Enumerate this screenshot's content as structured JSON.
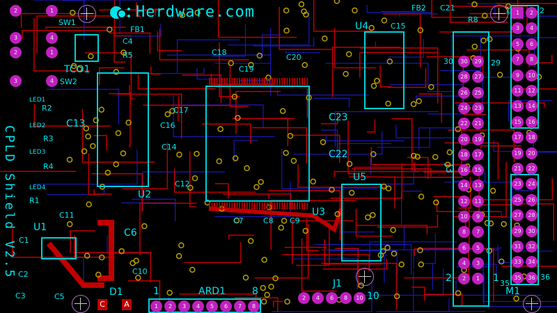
{
  "logo": {
    "text": "Herdware.com"
  },
  "board_title": "CPLD Shield V2.5",
  "colors": {
    "top_copper": "#c00000",
    "bottom_copper": "#1a1ab8",
    "silkscreen": "#00e5ee",
    "through_hole_pad": "#c020c0",
    "via": "#b8a000",
    "background": "#000000"
  },
  "designators": {
    "sw1": "SW1",
    "sw2": "SW2",
    "tco1": "TCO1",
    "fb1": "FB1",
    "c4": "C4",
    "r5": "R5",
    "c18": "C18",
    "c19": "C19",
    "c20": "C20",
    "u4": "U4",
    "c15": "C15",
    "fb2": "FB2",
    "c21": "C21",
    "r8": "R8",
    "u2": "U2",
    "c17": "C17",
    "c16": "C16",
    "c14": "C14",
    "c13": "C13",
    "c12": "C12",
    "led1": "LED1",
    "r2": "R2",
    "led2": "LED2",
    "r3": "R3",
    "led3": "LED3",
    "r4": "R4",
    "led4": "LED4",
    "r1": "R1",
    "c11": "C11",
    "u1": "U1",
    "c1": "C1",
    "c6": "C6",
    "c2": "C2",
    "c3": "C3",
    "c5": "C5",
    "c10": "C10",
    "d1": "D1",
    "ard1": "ARD1",
    "c7": "C7",
    "c8": "C8",
    "c9": "C9",
    "u3": "U3",
    "c23": "C23",
    "c22": "C22",
    "u5": "U5",
    "j1": "J1",
    "j3": "J3",
    "m1": "M1"
  },
  "pin_markers": {
    "j3_30": "30",
    "j3_29": "29",
    "j3_2": "2",
    "j3_1": "1",
    "m1_1": "1",
    "m1_2": "2",
    "m1_35": "35",
    "m1_36": "36",
    "ard1_1": "1",
    "ard1_8": "8",
    "j1_10": "10",
    "d1_c": "C",
    "d1_a": "A"
  },
  "switch_pads": [
    "2",
    "1",
    "3",
    "4",
    "2",
    "1",
    "3",
    "4"
  ],
  "m1_pins": [
    "1",
    "2",
    "3",
    "4",
    "5",
    "6",
    "7",
    "8",
    "9",
    "10",
    "11",
    "12",
    "13",
    "14",
    "15",
    "16",
    "17",
    "18",
    "19",
    "20",
    "21",
    "22",
    "23",
    "24",
    "25",
    "26",
    "27",
    "28",
    "29",
    "30",
    "31",
    "32",
    "33",
    "34",
    "35",
    "36"
  ],
  "j3_pins": [
    "30",
    "29",
    "28",
    "27",
    "26",
    "25",
    "24",
    "23",
    "22",
    "21",
    "20",
    "19",
    "18",
    "17",
    "16",
    "15",
    "14",
    "13",
    "12",
    "11",
    "10",
    "9",
    "8",
    "7",
    "6",
    "5",
    "4",
    "3",
    "2",
    "1"
  ],
  "ard1_pins": [
    "1",
    "2",
    "3",
    "4",
    "5",
    "6",
    "7",
    "8"
  ],
  "j1_pins": [
    "2",
    "4",
    "6",
    "8",
    "10"
  ]
}
